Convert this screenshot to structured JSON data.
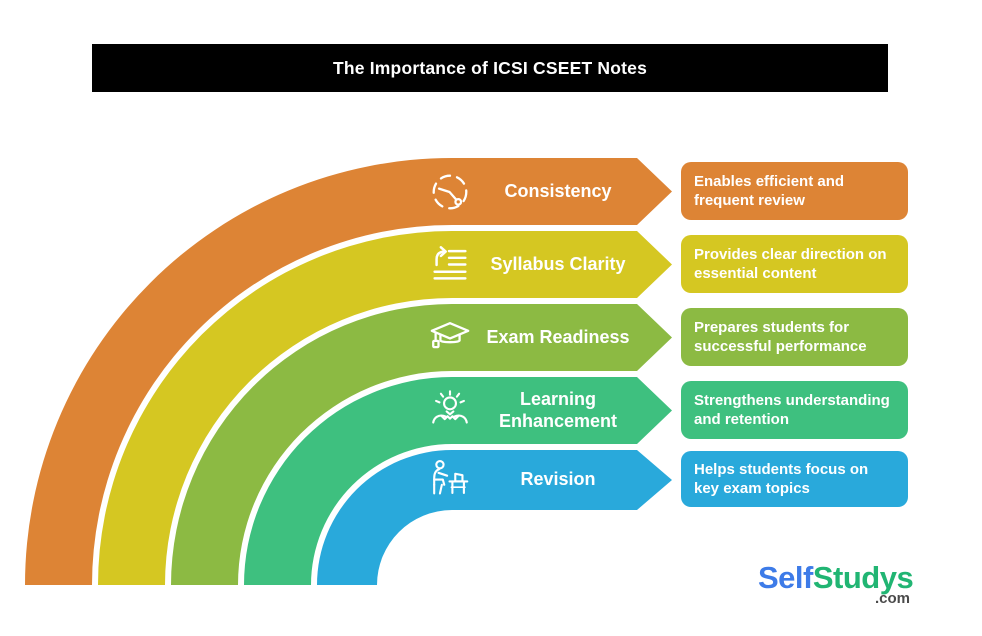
{
  "title": "The Importance of ICSI CSEET Notes",
  "theme": {
    "background": "#FFFFFF",
    "title_bar_bg": "#000000",
    "title_text_color": "#FFFFFF",
    "band_text_color": "#FFFFFF"
  },
  "bands": [
    {
      "label": "Consistency",
      "description": "Enables efficient and frequent review",
      "color": "#DD8435",
      "icon": "dashed-clock-icon"
    },
    {
      "label": "Syllabus Clarity",
      "description": "Provides clear direction on essential content",
      "color": "#D5C722",
      "icon": "list-arrow-icon"
    },
    {
      "label": "Exam Readiness",
      "description": "Prepares students for successful performance",
      "color": "#8CBA43",
      "icon": "graduation-cap-icon"
    },
    {
      "label": "Learning Enhancement",
      "description": "Strengthens understanding and retention",
      "color": "#3EC07F",
      "icon": "lightbulb-hands-icon"
    },
    {
      "label": "Revision",
      "description": "Helps students focus on key exam topics",
      "color": "#29A9DB",
      "icon": "person-desk-icon"
    }
  ],
  "logo": {
    "part1": "Self",
    "part2": "Studys",
    "suffix": ".com",
    "part1_color": "#3D7BE8",
    "part2_color": "#21B573"
  }
}
